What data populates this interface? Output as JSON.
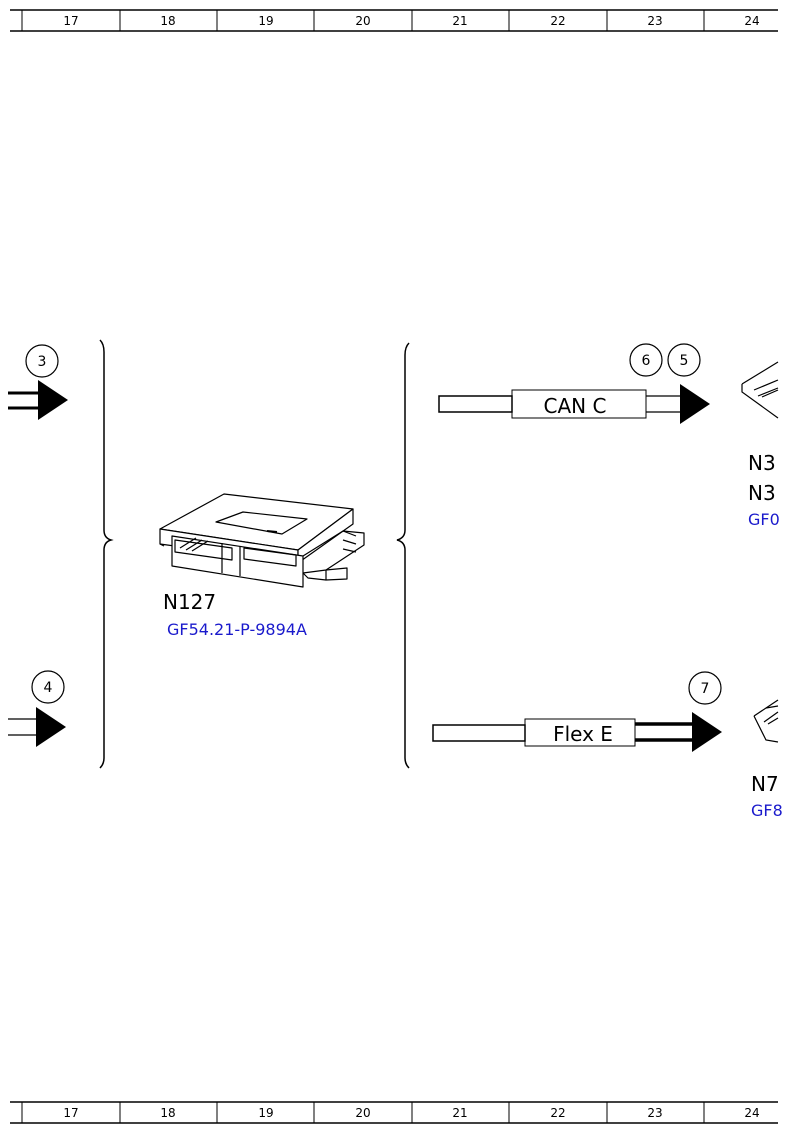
{
  "ruler": {
    "columns": [
      "17",
      "18",
      "19",
      "20",
      "21",
      "22",
      "23",
      "24"
    ]
  },
  "callouts": {
    "c3": "3",
    "c4": "4",
    "c5": "5",
    "c6": "6",
    "c7": "7"
  },
  "buses": {
    "can_c": "CAN C",
    "flex_e": "Flex E"
  },
  "components": {
    "n127": {
      "code": "N127",
      "link": "GF54.21-P-9894A"
    },
    "n3_top": {
      "code_line1": "N3",
      "code_line2": "N3",
      "link": "GF0"
    },
    "n7_partial": {
      "code": "N7",
      "link": "GF8"
    }
  },
  "colors": {
    "link": "#1a1acc",
    "line": "#000000"
  }
}
